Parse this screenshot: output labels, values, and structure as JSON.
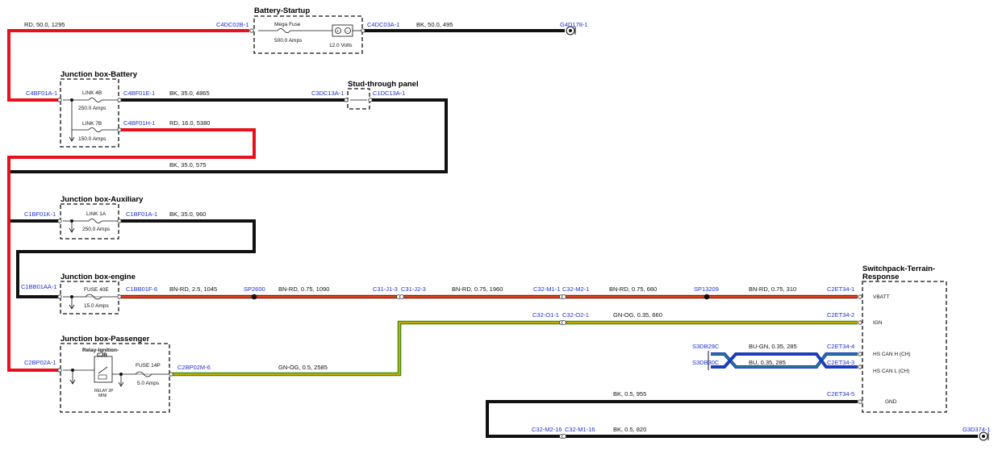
{
  "boxes": {
    "battery_startup": "Battery-Startup",
    "jb_battery": "Junction box-Battery",
    "stud_through": "Stud-through panel",
    "jb_auxiliary": "Junction box-Auxiliary",
    "jb_engine": "Junction box-engine",
    "jb_passenger": "Junction box-Passenger",
    "switchpack": [
      "Switchpack-Terrain-",
      "Response"
    ]
  },
  "components": {
    "mega_fuse": "Mega Fuse",
    "mega_fuse_rating": "500.0 Amps",
    "battery_rating": "12.0 Volts",
    "link_4b": "LINK 4B",
    "link_4b_rating": "250.0 Amps",
    "link_7b": "LINK 7B",
    "link_7b_rating": "150.0 Amps",
    "link_1a": "LINK 1A",
    "link_1a_rating": "250.0 Amps",
    "fuse_40e": "FUSE 40E",
    "fuse_40e_rating": "15.0 Amps",
    "relay_title": [
      "Relay-Ignition-",
      "CJB"
    ],
    "relay_sub": [
      "RELAY 2P",
      "MINI"
    ],
    "fuse_14p": "FUSE 14P",
    "fuse_14p_rating": "5.0 Amps"
  },
  "connectors": {
    "c4dc02b": "C4DC02B-1",
    "c4dc03a": "C4DC03A-1",
    "g4d178": "G4D178-1",
    "c4bf01a": "C4BF01A-1",
    "c4bf01e": "C4BF01E-1",
    "c4bf01h": "C4BF01H-1",
    "c3dc13a": "C3DC13A-1",
    "c1dc13a": "C1DC13A-1",
    "c1bf01k": "C1BF01K-1",
    "c1bf01a": "C1BF01A-1",
    "c1bb01aa": "C1BB01AA-1",
    "c1bb01f": "C1BB01F-6",
    "sp2600": "SP2600",
    "c31j13": "C31-J1-3",
    "c31j23": "C31-J2-3",
    "c32m11": "C32-M1-1",
    "c32m21": "C32-M2-1",
    "sp13209": "SP13209",
    "c2et341": "C2ET34-1",
    "c32o11": "C32-O1-1",
    "c32o21": "C32-O2-1",
    "c2et342": "C2ET34-2",
    "s3db29c": "S3DB29C",
    "s3db30c": "S3DB30C",
    "c2et344": "C2ET34-4",
    "c2et343": "C2ET34-3",
    "c2et345": "C2ET34-5",
    "c2bp02a": "C2BP02A-1",
    "c2bp02m": "C2BP02M-6",
    "c32m216": "C32-M2-16",
    "c32m116": "C32-M1-16",
    "g3d374": "G3D374-1"
  },
  "wires": {
    "w1": "RD,  50.0,  1295",
    "w2": "BK,  50.0,  495",
    "w3": "BK,  35.0,  4865",
    "w4": "RD,  16.0,  5380",
    "w5": "BK,  35.0,  575",
    "w6": "BK,  35.0,  960",
    "w7": "BN-RD,  2.5,  1045",
    "w8": "BN-RD,  0.75,  1090",
    "w9": "BN-RD,  0.75,  1960",
    "w10": "BN-RD,  0.75,  660",
    "w11": "BN-RD,  0.75,  310",
    "w12": "GN-OG,  0.35,  660",
    "w13": "GN-OG,  0.5,  2585",
    "w14": "BU-GN,  0.35,  285",
    "w15": "BU,  0.35,  285",
    "w16": "BK,  0.5,  955",
    "w17": "BK,  0.5,  820"
  },
  "pins": {
    "vbatt": "VBATT",
    "ign": "IGN",
    "hs_can_h": "HS CAN H (CH)",
    "hs_can_l": "HS CAN L (CH)",
    "gnd": "GND"
  },
  "colors": {
    "red": "#e8101a",
    "black": "#111111",
    "brown": "#7a2512",
    "bn_rd": "#c8321c",
    "green": "#3a8a12",
    "orange": "#d9b000",
    "blue": "#1a3fb8",
    "blue_green": "#2a8a8a",
    "connector": "#1f2fd6"
  }
}
